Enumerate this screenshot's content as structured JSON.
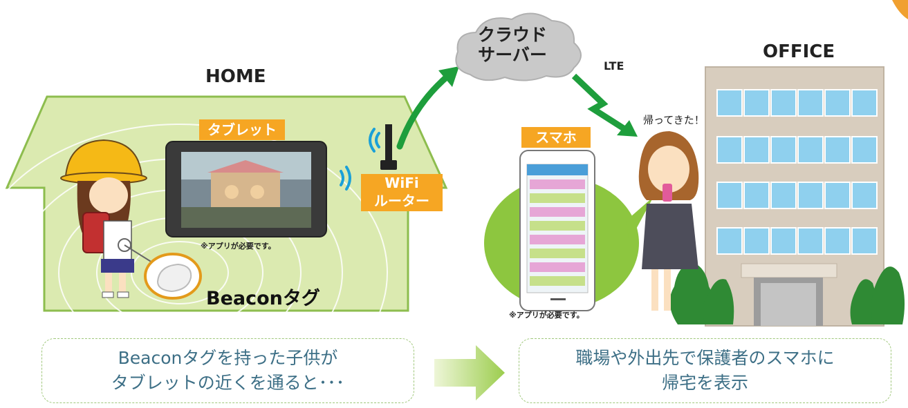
{
  "home": {
    "title": "HOME",
    "tablet_label": "タブレット",
    "router_label_line1": "WiFi",
    "router_label_line2": "ルーター",
    "app_note": "※アプリが必要です。",
    "beacon_label": "Beaconタグ"
  },
  "cloud": {
    "line1": "クラウド",
    "line2": "サーバー",
    "link_label": "LTE"
  },
  "office": {
    "title": "OFFICE",
    "speech": "帰ってきた！",
    "phone_label": "スマホ",
    "app_note": "※アプリが必要です。"
  },
  "captions": {
    "left_line1": "Beaconタグを持った子供が",
    "left_line2": "タブレットの近くを通ると･･･",
    "right_line1": "職場や外出先で保護者のスマホに",
    "right_line2": "帰宅を表示"
  },
  "colors": {
    "house_fill": "#dbeab0",
    "house_stroke": "#8dbd4e",
    "arrow_green": "#1e9e3c",
    "tag_orange": "#f6a623",
    "cloud_gray": "#c9c9c9",
    "caption_text": "#3d6f86",
    "building": "#d8cdbe",
    "window_blue": "#8fd0ee"
  }
}
